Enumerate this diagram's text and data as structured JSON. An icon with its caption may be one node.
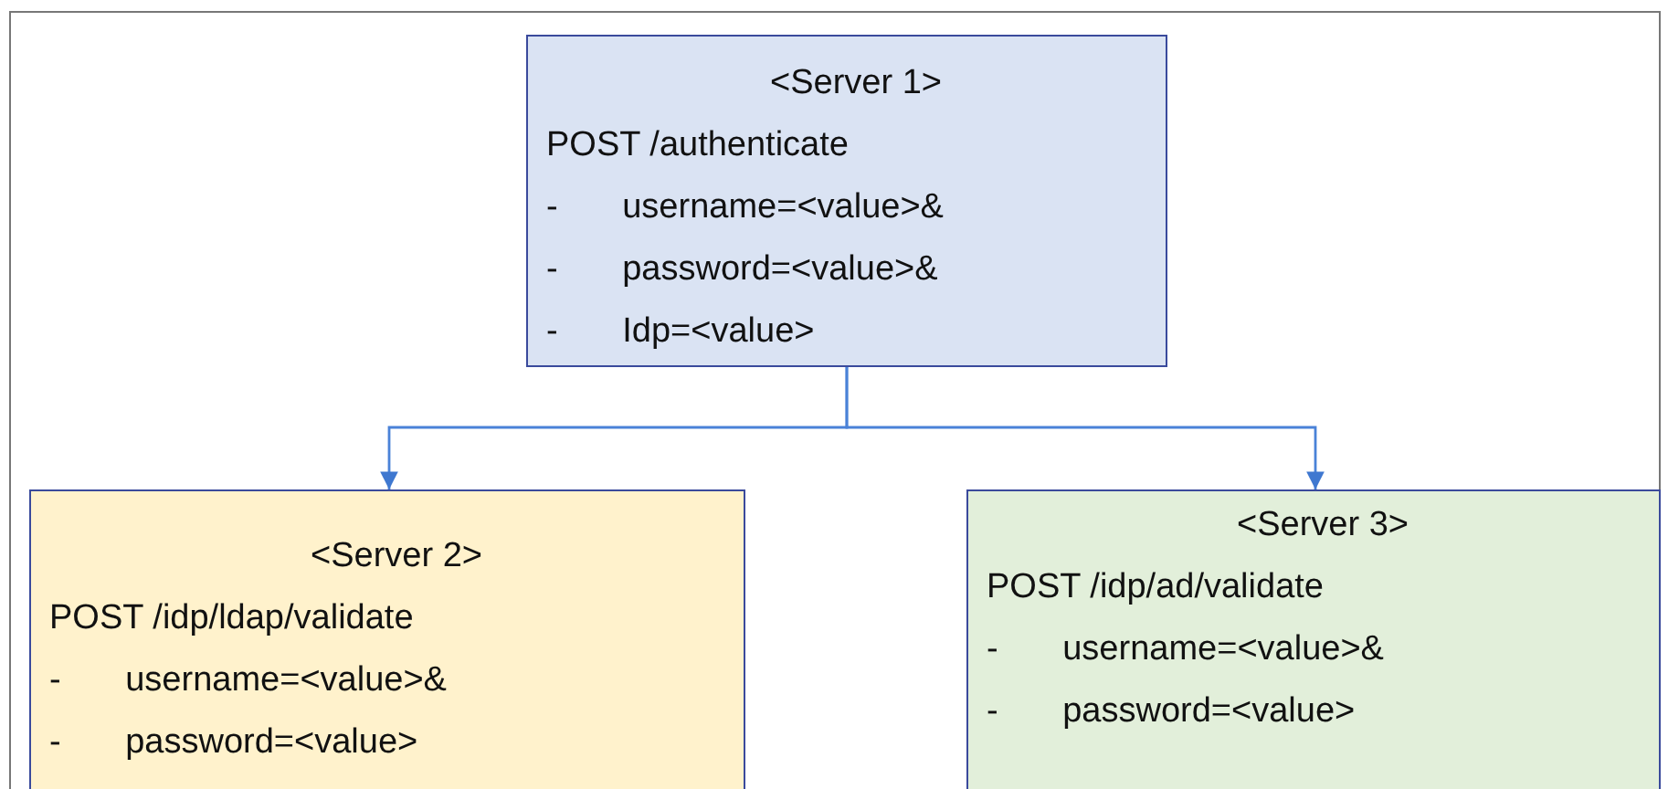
{
  "diagram": {
    "nodes": [
      {
        "text": [
          "<Server 1>",
          "POST /authenticate",
          "- username=<value>&",
          "- password=<value>&",
          "- Idp=<value>"
        ]
      },
      {
        "text": [
          "<Server 2>",
          "POST /idp/ldap/validate",
          "- username=<value>&",
          "- password=<value>"
        ]
      },
      {
        "text": [
          "<Server 3>",
          "POST /idp/ad/validate",
          "- username=<value>&",
          "- password=<value>"
        ]
      }
    ],
    "edges": [
      {
        "from": 0,
        "to": 1,
        "arrow": "to"
      },
      {
        "from": 0,
        "to": 2,
        "arrow": "to"
      }
    ]
  }
}
